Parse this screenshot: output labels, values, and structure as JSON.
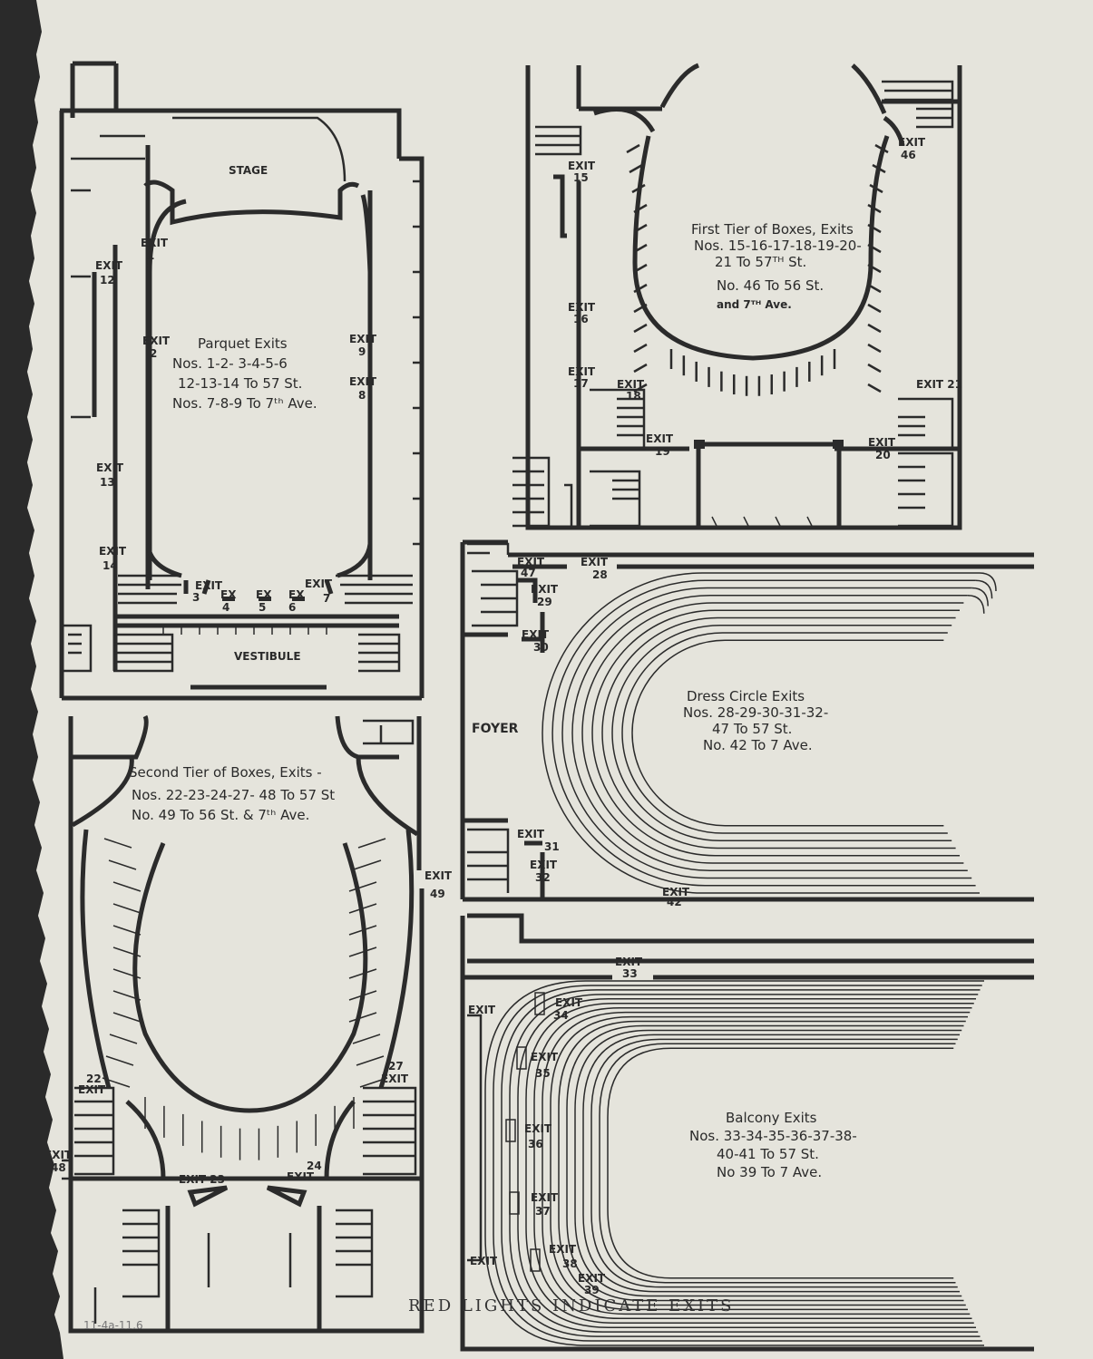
{
  "parquet": {
    "stage": "STAGE",
    "vestibule": "VESTIBULE",
    "title": "Parquet Exits",
    "line1": "Nos. 1-2- 3-4-5-6",
    "line2": "12-13-14 To 57 St.",
    "line3": "Nos. 7-8-9 To 7ᵗʰ Ave.",
    "exits": [
      {
        "top": "EXIT",
        "num": "1"
      },
      {
        "top": "EXIT",
        "num": "2"
      },
      {
        "top": "EXIT",
        "num": "3"
      },
      {
        "top": "EX",
        "num": "4"
      },
      {
        "top": "EX",
        "num": "5"
      },
      {
        "top": "EX",
        "num": "6"
      },
      {
        "top": "EXIT",
        "num": "7"
      },
      {
        "top": "EXIT",
        "num": "8"
      },
      {
        "top": "EXIT",
        "num": "9"
      },
      {
        "top": "EXIT",
        "num": "12"
      },
      {
        "top": "EXIT",
        "num": "13"
      },
      {
        "top": "EXIT",
        "num": "14"
      }
    ]
  },
  "first_tier": {
    "line1": "First Tier of Boxes, Exits",
    "line2": "Nos. 15-16-17-18-19-20-",
    "line3": "21 To 57ᵀᴴ St.",
    "line4": "No. 46 To 56 St.",
    "line5": "and 7ᵀᴴ Ave.",
    "exits": [
      {
        "top": "EXIT",
        "num": "15"
      },
      {
        "top": "EXIT",
        "num": "16"
      },
      {
        "top": "EXIT",
        "num": "17"
      },
      {
        "top": "EXIT",
        "num": "18"
      },
      {
        "top": "EXIT",
        "num": "19"
      },
      {
        "top": "EXIT",
        "num": "20"
      },
      {
        "top": "EXIT 21",
        "num": ""
      },
      {
        "top": "EXIT",
        "num": "46"
      }
    ]
  },
  "second_tier": {
    "line1": "Second Tier of Boxes, Exits -",
    "line2": "Nos. 22-23-24-27- 48 To 57 St",
    "line3": "No. 49 To 56 St. & 7ᵗʰ Ave.",
    "exits": [
      {
        "top": "22",
        "num": "EXIT"
      },
      {
        "top": "EXIT 23",
        "num": ""
      },
      {
        "top": "24",
        "num": "EXIT"
      },
      {
        "top": "27",
        "num": "EXIT"
      },
      {
        "top": "EXIT",
        "num": "48"
      },
      {
        "top": "EXIT",
        "num": "49"
      }
    ]
  },
  "dress_circle": {
    "foyer": "FOYER",
    "line1": "Dress Circle Exits",
    "line2": "Nos. 28-29-30-31-32-",
    "line3": "47 To 57 St.",
    "line4": "No. 42 To 7 Ave.",
    "exits": [
      {
        "top": "EXIT",
        "num": "47"
      },
      {
        "top": "EXIT",
        "num": "28"
      },
      {
        "top": "EXIT",
        "num": "29"
      },
      {
        "top": "EXIT",
        "num": "30"
      },
      {
        "top": "EXIT",
        "num": "31"
      },
      {
        "top": "EXIT",
        "num": "32"
      },
      {
        "top": "EXIT",
        "num": "42"
      }
    ]
  },
  "balcony": {
    "line1": "Balcony Exits",
    "line2": "Nos. 33-34-35-36-37-38-",
    "line3": "40-41 To 57 St.",
    "line4": "No 39 To 7 Ave.",
    "exits": [
      {
        "top": "EXIT",
        "num": "33"
      },
      {
        "top": "EXIT",
        "num": "34"
      },
      {
        "top": "EXIT",
        "num": "35"
      },
      {
        "top": "EXIT",
        "num": "36"
      },
      {
        "top": "EXIT",
        "num": "37"
      },
      {
        "top": "EXIT",
        "num": "38"
      },
      {
        "top": "EXIT",
        "num": "39"
      },
      {
        "top": "EXIT",
        "num": ""
      },
      {
        "top": "EXIT",
        "num": ""
      }
    ]
  },
  "footer": "RED LIGHTS INDICATE EXITS",
  "pencil_note": "11-4a-11.6",
  "colors": {
    "paper": "#e5e4dc",
    "ink": "#2b2b2b",
    "background": "#2a2a2a"
  }
}
